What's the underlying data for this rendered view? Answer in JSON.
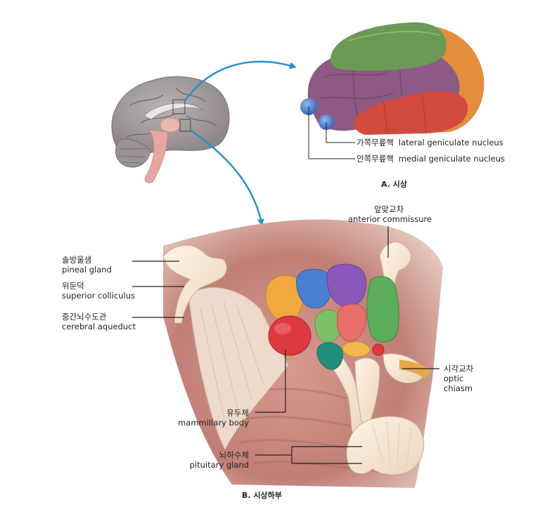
{
  "figure": {
    "panel_a": {
      "caption": "A. 시상",
      "labels": [
        {
          "ko": "가쪽무릎핵",
          "en": "lateral geniculate nucleus"
        },
        {
          "ko": "안쪽무릎핵",
          "en": "medial geniculate nucleus"
        }
      ]
    },
    "panel_b": {
      "caption": "B. 시상하부",
      "labels": [
        {
          "ko": "앞맞교차",
          "en": "anterior commissure"
        },
        {
          "ko": "솔방울샘",
          "en": "pineal gland"
        },
        {
          "ko": "위둔덕",
          "en": "superior colliculus"
        },
        {
          "ko": "중간뇌수도관",
          "en": "cerebral aqueduct"
        },
        {
          "ko": "시각교차",
          "en1": "optic",
          "en2": "chiasm"
        },
        {
          "ko": "유두체",
          "en": "mammillary body"
        },
        {
          "ko": "뇌하수체",
          "en": "pituitary gland"
        }
      ]
    }
  },
  "colors": {
    "arrow": "#2a8fd0",
    "thalamus_green": "#6a9a52",
    "thalamus_purple": "#8e5d86",
    "thalamus_red": "#d1453a",
    "thalamus_orange": "#e59a45",
    "geniculate_blue": "#3a6fc4",
    "nucleus_orange": "#f0a840",
    "nucleus_blue": "#4a7fd0",
    "nucleus_purple": "#8a58b8",
    "nucleus_green": "#5cae5a",
    "nucleus_pink": "#e8706a",
    "nucleus_red": "#dc3a3e",
    "nucleus_teal": "#1f8f7a"
  }
}
